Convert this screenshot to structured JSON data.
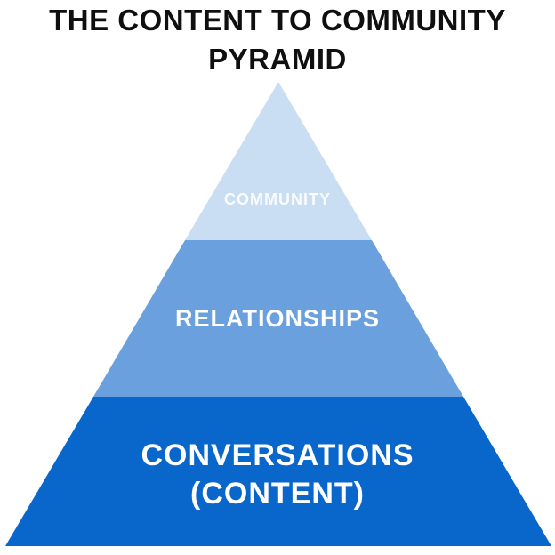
{
  "title": {
    "full": "THE CONTENT TO COMMUNITY PYRAMID",
    "line1": "THE CONTENT TO COMMUNITY",
    "line2": "PYRAMID"
  },
  "pyramid": {
    "tiers": [
      {
        "rank": 1,
        "label": "COMMUNITY",
        "color": "#c9def3",
        "text_color": "#ffffff"
      },
      {
        "rank": 2,
        "label": "RELATIONSHIPS",
        "color": "#69a0dd",
        "text_color": "#ffffff"
      },
      {
        "rank": 3,
        "label": "CONVERSATIONS (CONTENT)",
        "label_line1": "CONVERSATIONS",
        "label_line2": "(CONTENT)",
        "color": "#0966cb",
        "text_color": "#ffffff"
      }
    ]
  },
  "colors": {
    "background": "#ffffff",
    "title_text": "#0f0f0f"
  }
}
